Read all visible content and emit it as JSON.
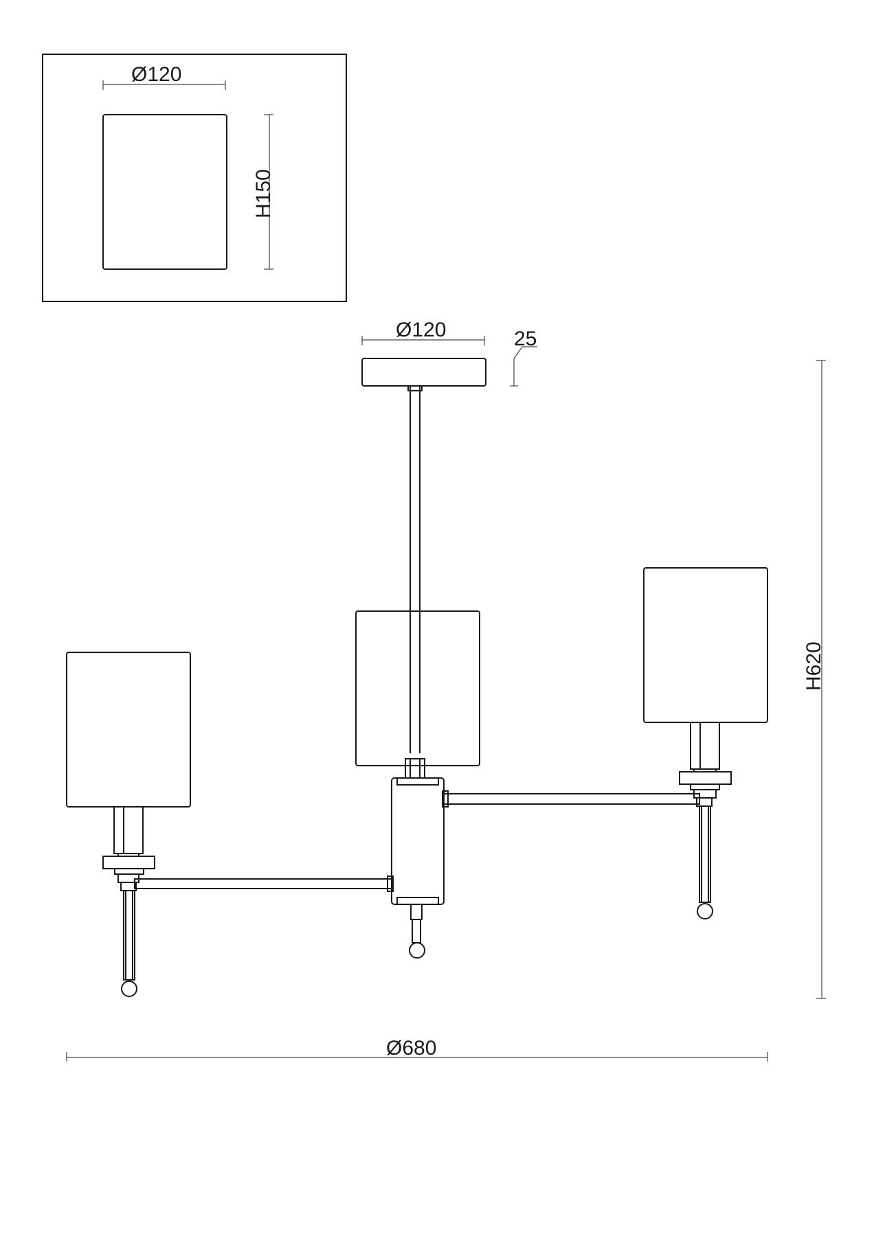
{
  "dimensions": {
    "detail_diameter": "Ø120",
    "detail_height": "H150",
    "canopy_diameter": "Ø120",
    "canopy_height": "25",
    "total_height": "H620",
    "total_diameter": "Ø680"
  },
  "colors": {
    "line": "#1a1a1a",
    "background": "#ffffff"
  }
}
